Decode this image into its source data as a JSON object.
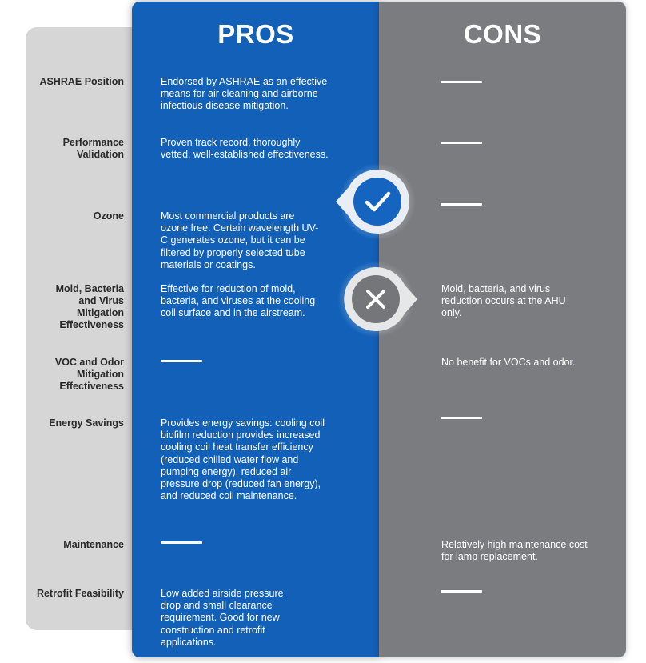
{
  "headers": {
    "pros": "PROS",
    "cons": "CONS"
  },
  "rows": [
    {
      "label": "ASHRAE Position",
      "pros": "Endorsed by ASHRAE as an effective means for air cleaning and airborne infectious disease mitigation.",
      "cons": ""
    },
    {
      "label": "Performance Validation",
      "pros": "Proven track record, thoroughly vetted, well-established effectiveness.",
      "cons": ""
    },
    {
      "label": "Ozone",
      "pros": "Most commercial products are ozone free. Certain wavelength UV-C generates ozone, but it can be filtered by properly selected tube materials or coatings.",
      "cons": ""
    },
    {
      "label": "Mold, Bacteria and Virus Mitigation Effectiveness",
      "pros": "Effective for reduction of mold, bacteria, and viruses at the cooling coil surface and in the airstream.",
      "cons": "Mold, bacteria, and virus reduction occurs at the AHU only."
    },
    {
      "label": "VOC and Odor Mitigation Effectiveness",
      "pros": "",
      "cons": "No benefit for VOCs and odor."
    },
    {
      "label": "Energy Savings",
      "pros": "Provides energy savings: cooling coil biofilm reduction provides increased cooling coil heat transfer efficiency (reduced chilled water flow and pumping energy), reduced air pressure drop (reduced fan energy), and reduced coil maintenance.",
      "cons": ""
    },
    {
      "label": "Maintenance",
      "pros": "",
      "cons": "Relatively high maintenance cost for lamp replacement."
    },
    {
      "label": "Retrofit Feasibility",
      "pros": "Low added airside pressure drop and small clearance requirement. Good for new construction and retrofit applications.",
      "cons": ""
    }
  ],
  "icons": {
    "pros_badge": "check-icon",
    "cons_badge": "close-icon"
  },
  "colors": {
    "pros_blue": "#1260b8",
    "cons_gray": "#7b7c80",
    "label_panel": "#d6d6d6",
    "badge_blue": "#1565c0",
    "badge_gray": "#75767a"
  }
}
